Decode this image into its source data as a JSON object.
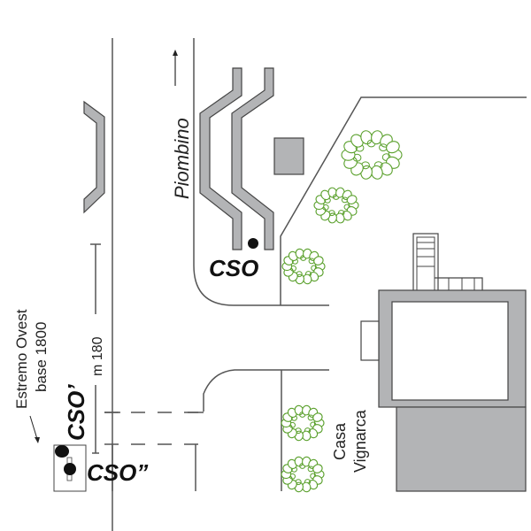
{
  "map": {
    "labels": {
      "piombino": "Piombino",
      "cso": "CSO",
      "cso_prime": "CSO’",
      "cso_double_prime": "CSO”",
      "estremo_line1": "Estremo Ovest",
      "estremo_line2": "base 1800",
      "distance": "m 180",
      "casa_line1": "Casa",
      "casa_line2": "Vignarca"
    },
    "colors": {
      "building_gray": "#b3b4b6",
      "outline": "#444444",
      "road_line": "#555555",
      "tree_green": "#5aa02c",
      "marker": "#111111"
    },
    "trees": [
      {
        "name": "tree-1"
      },
      {
        "name": "tree-2"
      },
      {
        "name": "tree-3"
      },
      {
        "name": "tree-4"
      },
      {
        "name": "tree-5"
      }
    ]
  }
}
